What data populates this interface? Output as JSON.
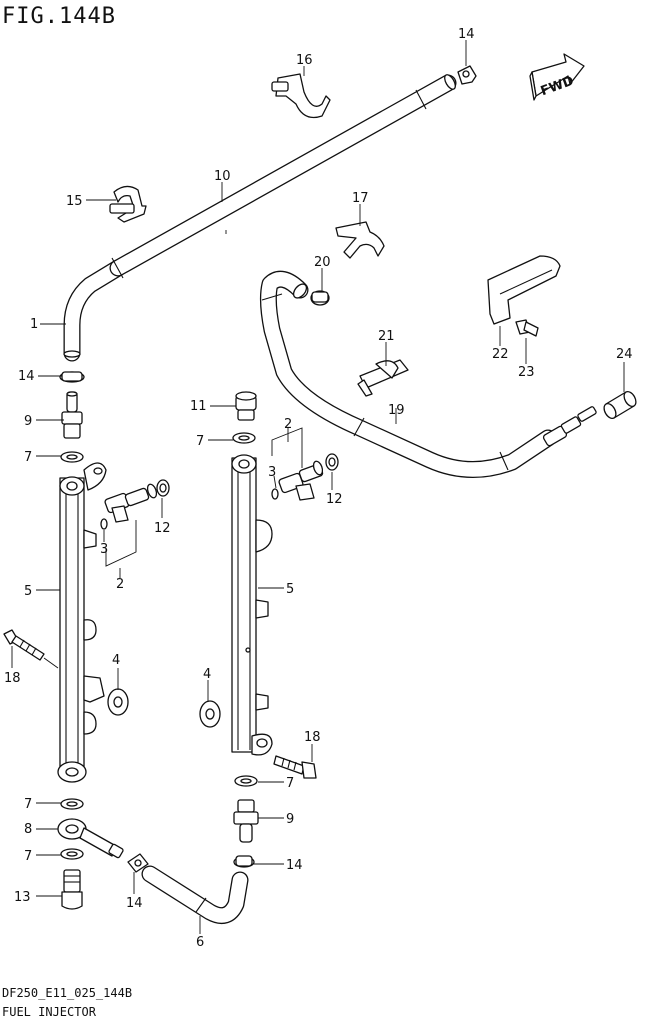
{
  "figure": {
    "title": "FIG.144B",
    "code": "DF250_E11_025_144B",
    "caption": "FUEL INJECTOR",
    "direction_badge": "FWD"
  },
  "callouts": [
    {
      "id": "c1",
      "text": "1"
    },
    {
      "id": "c2a",
      "text": "2"
    },
    {
      "id": "c2b",
      "text": "2"
    },
    {
      "id": "c3a",
      "text": "3"
    },
    {
      "id": "c3b",
      "text": "3"
    },
    {
      "id": "c4a",
      "text": "4"
    },
    {
      "id": "c4b",
      "text": "4"
    },
    {
      "id": "c5a",
      "text": "5"
    },
    {
      "id": "c5b",
      "text": "5"
    },
    {
      "id": "c6",
      "text": "6"
    },
    {
      "id": "c7a",
      "text": "7"
    },
    {
      "id": "c7b",
      "text": "7"
    },
    {
      "id": "c7c",
      "text": "7"
    },
    {
      "id": "c7d",
      "text": "7"
    },
    {
      "id": "c7e",
      "text": "7"
    },
    {
      "id": "c8",
      "text": "8"
    },
    {
      "id": "c9a",
      "text": "9"
    },
    {
      "id": "c9b",
      "text": "9"
    },
    {
      "id": "c10",
      "text": "10"
    },
    {
      "id": "c11",
      "text": "11"
    },
    {
      "id": "c12a",
      "text": "12"
    },
    {
      "id": "c12b",
      "text": "12"
    },
    {
      "id": "c13",
      "text": "13"
    },
    {
      "id": "c14a",
      "text": "14"
    },
    {
      "id": "c14b",
      "text": "14"
    },
    {
      "id": "c14c",
      "text": "14"
    },
    {
      "id": "c14d",
      "text": "14"
    },
    {
      "id": "c15",
      "text": "15"
    },
    {
      "id": "c16",
      "text": "16"
    },
    {
      "id": "c17",
      "text": "17"
    },
    {
      "id": "c18a",
      "text": "18"
    },
    {
      "id": "c18b",
      "text": "18"
    },
    {
      "id": "c19",
      "text": "19"
    },
    {
      "id": "c20",
      "text": "20"
    },
    {
      "id": "c21",
      "text": "21"
    },
    {
      "id": "c22",
      "text": "22"
    },
    {
      "id": "c23",
      "text": "23"
    },
    {
      "id": "c24",
      "text": "24"
    }
  ]
}
